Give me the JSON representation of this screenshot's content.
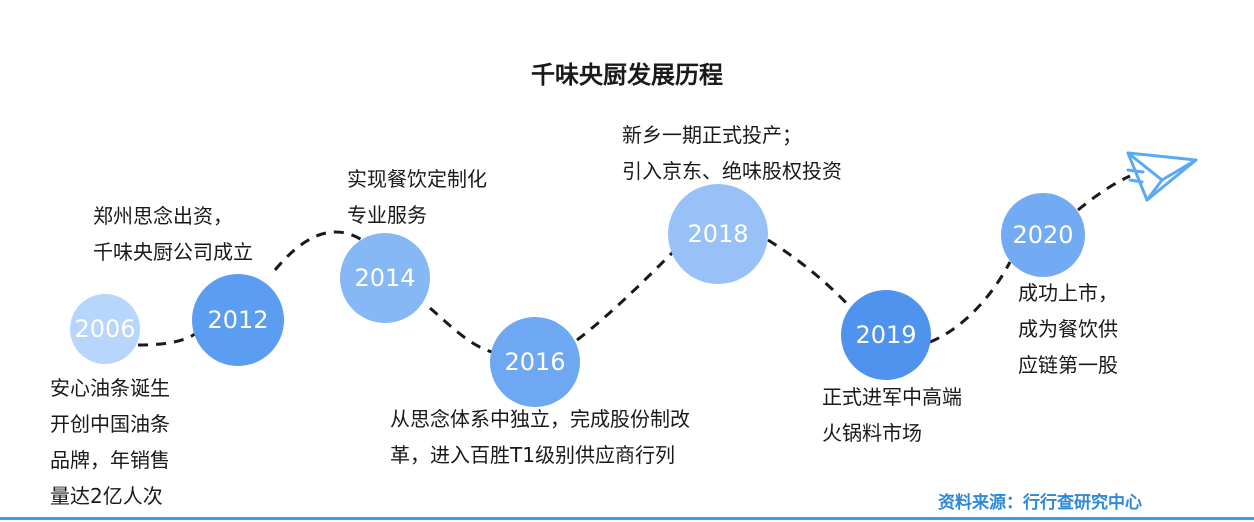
{
  "title": "千味央厨发展历程",
  "milestones": [
    {
      "year": "2006",
      "color": "#b8d6fb",
      "lines": [
        "安心油条诞生",
        "开创中国油条",
        "品牌，年销售",
        "量达2亿人次"
      ]
    },
    {
      "year": "2012",
      "color": "#5b9df0",
      "lines": [
        "郑州思念出资，",
        "千味央厨公司成立"
      ]
    },
    {
      "year": "2014",
      "color": "#86b8f5",
      "lines": [
        "实现餐饮定制化",
        "专业服务"
      ]
    },
    {
      "year": "2016",
      "color": "#6fa8f2",
      "lines": [
        "从思念体系中独立，完成股份制改",
        "革，进入百胜T1级别供应商行列"
      ]
    },
    {
      "year": "2018",
      "color": "#98c2f7",
      "lines": [
        "新乡一期正式投产；",
        "引入京东、绝味股权投资"
      ]
    },
    {
      "year": "2019",
      "color": "#4f93ee",
      "lines": [
        "正式进军中高端",
        "火锅料市场"
      ]
    },
    {
      "year": "2020",
      "color": "#72aaf3",
      "lines": [
        "成功上市，",
        "成为餐饮供",
        "应链第一股"
      ]
    }
  ],
  "icons": {
    "end": "paper-plane-icon"
  },
  "source": "资料来源：行行查研究中心",
  "colors": {
    "path": "#1a1a1a",
    "plane": "#5aa9f5",
    "source": "#2e8ad8",
    "rule": "#3d9be9"
  }
}
